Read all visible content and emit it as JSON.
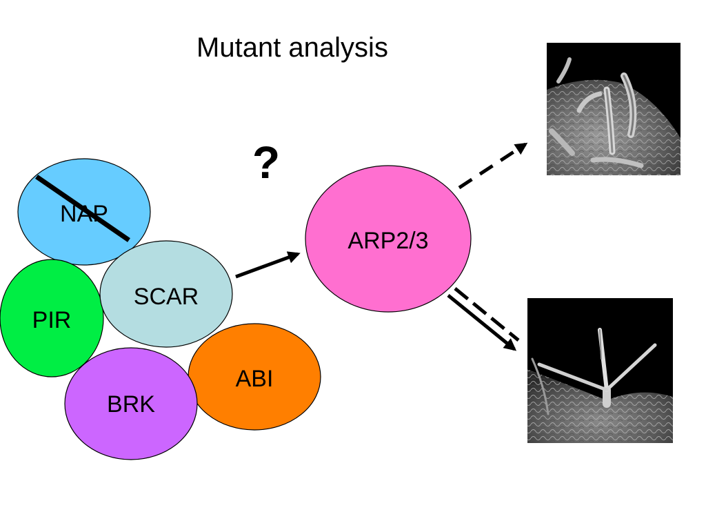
{
  "slide": {
    "title": "Mutant analysis",
    "question_mark": "?"
  },
  "complex": {
    "nodes": [
      {
        "id": "nap",
        "label": "NAP",
        "color": "#66ccff",
        "crossed_out": true
      },
      {
        "id": "pir",
        "label": "PIR",
        "color": "#00ee44"
      },
      {
        "id": "scar",
        "label": "SCAR",
        "color": "#b4dde1"
      },
      {
        "id": "abi",
        "label": "ABI",
        "color": "#ff7f00"
      },
      {
        "id": "brk",
        "label": "BRK",
        "color": "#cc66ff"
      }
    ]
  },
  "target": {
    "label": "ARP2/3",
    "color": "#ff6fd0"
  },
  "arrows": [
    {
      "from": "scar",
      "to": "arp2/3",
      "style": "solid"
    },
    {
      "from": "arp2/3",
      "to": "top-image",
      "style": "dashed"
    },
    {
      "from": "arp2/3",
      "to": "bottom-image",
      "style": "solid+dashed"
    }
  ],
  "images": [
    {
      "id": "top-image",
      "description_icon": "distorted-trichome-sem-icon"
    },
    {
      "id": "bottom-image",
      "description_icon": "branched-trichome-sem-icon"
    }
  ]
}
